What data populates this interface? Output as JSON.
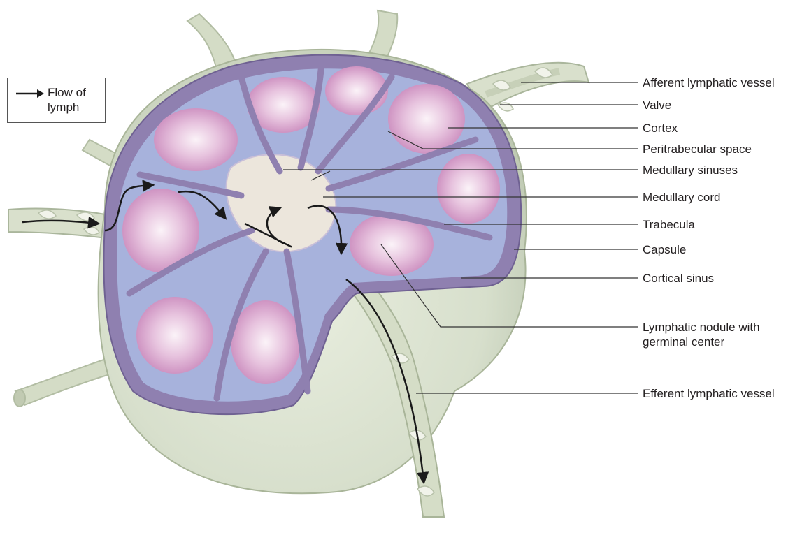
{
  "legend": {
    "text": "Flow of\nlymph"
  },
  "labels": {
    "afferent": "Afferent lymphatic vessel",
    "valve": "Valve",
    "cortex": "Cortex",
    "peritrabecular": "Peritrabecular space",
    "medullary_sinuses": "Medullary sinuses",
    "medullary_cord": "Medullary cord",
    "trabecula": "Trabecula",
    "capsule": "Capsule",
    "cortical_sinus": "Cortical sinus",
    "nodule_line1": "Lymphatic nodule with",
    "nodule_line2": "germinal center",
    "efferent": "Efferent lymphatic vessel"
  },
  "colors": {
    "capsule": "#d7dfcc",
    "capsule_dark": "#b9c4ad",
    "cortex_outer": "#8f80b0",
    "cortex_purple": "#a99ac6",
    "blue": "#a7b2dc",
    "pink": "#c987bd",
    "nodule_center": "#f3e8f0",
    "sinus": "#ece6dc",
    "arrow": "#1a1a1a",
    "leader": "#333333"
  }
}
